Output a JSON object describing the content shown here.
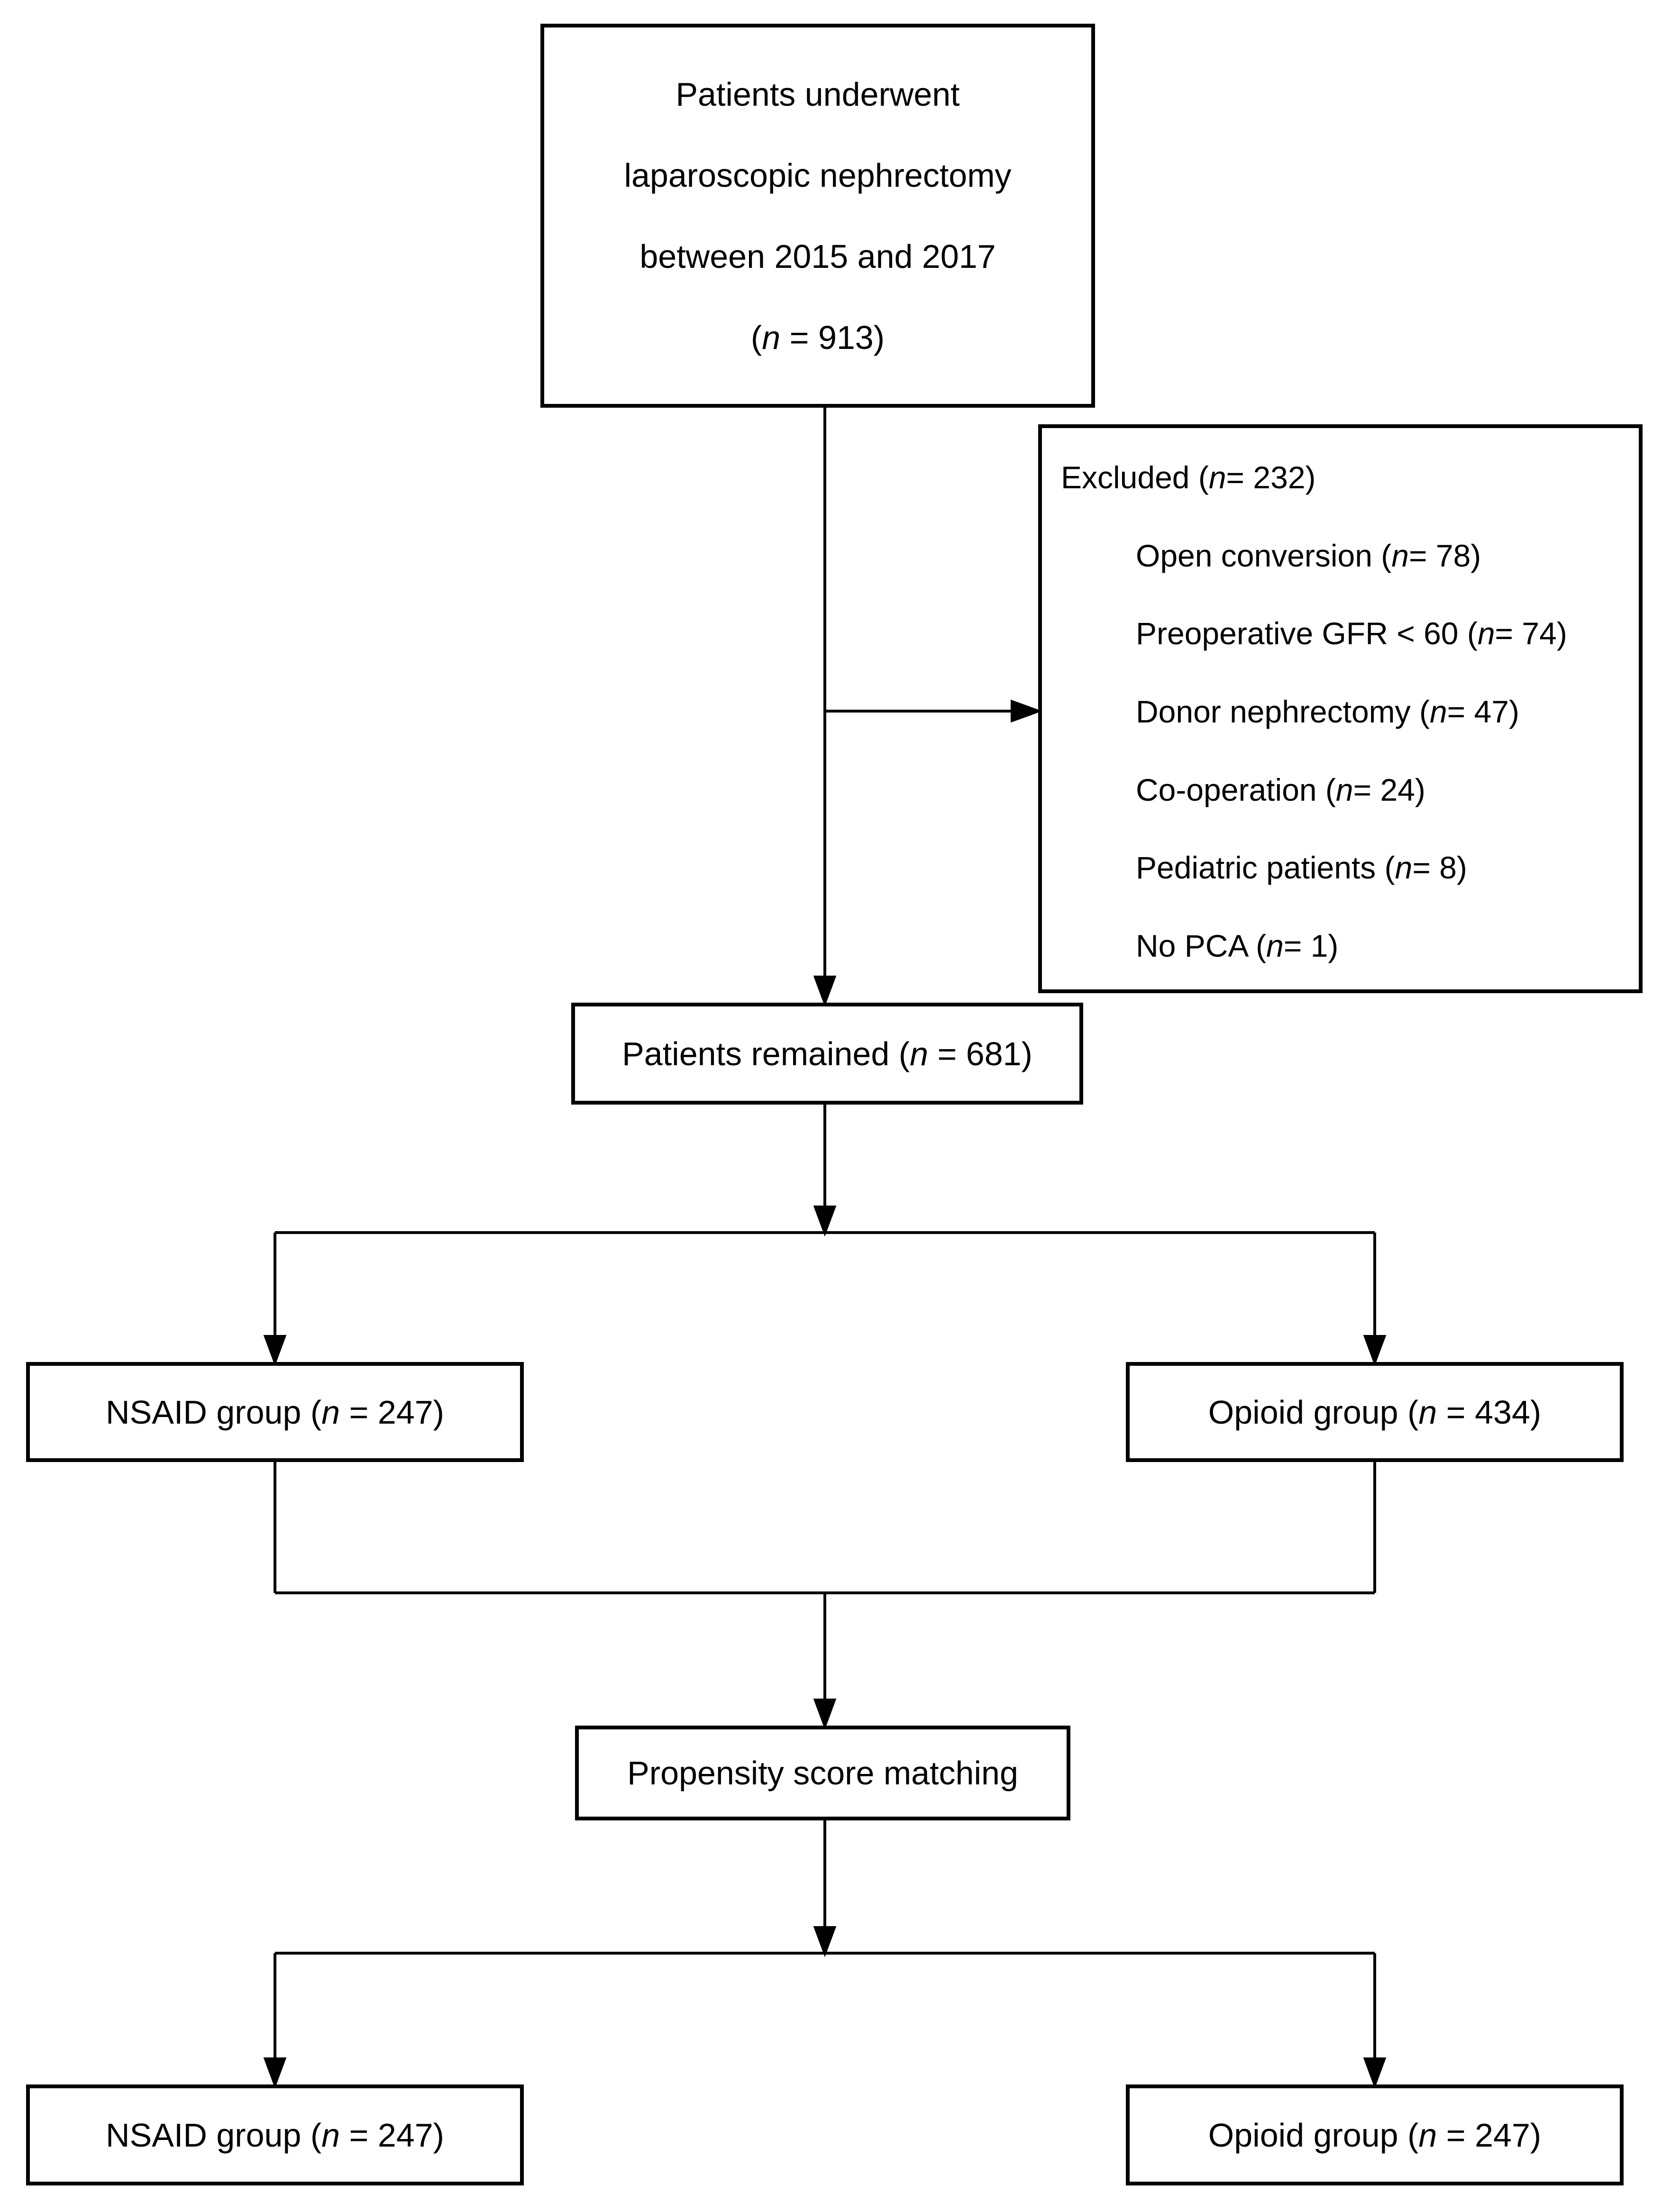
{
  "figure": {
    "type": "patient-flow-diagram",
    "background_color": "#ffffff",
    "line_color": "#000000",
    "boxes": {
      "initial_cohort": {
        "lines": [
          "Patients underwent",
          "laparoscopic nephrectomy",
          "between 2015 and 2017",
          "(*n* = 913)"
        ]
      },
      "excluded": {
        "title": "Excluded (*n* = 232)",
        "items": [
          "Open conversion (*n* = 78)",
          "Preoperative GFR < 60 (*n* = 74)",
          "Donor nephrectomy (*n* = 47)",
          "Co-operation (*n* = 24)",
          "Pediatric patients (*n* = 8)",
          "No PCA (*n* = 1)"
        ]
      },
      "patients_remained": {
        "label": "Patients remained (*n* = 681)"
      },
      "nsaid_group_pre_match": {
        "label": "NSAID group (*n* = 247)"
      },
      "opioid_group_pre_match": {
        "label": "Opioid group (*n* = 434)"
      },
      "propensity_matching": {
        "label": "Propensity score matching"
      },
      "nsaid_group_post_match": {
        "label": "NSAID group (*n* = 247)"
      },
      "opioid_group_post_match": {
        "label": "Opioid group (*n* = 247)"
      }
    }
  }
}
